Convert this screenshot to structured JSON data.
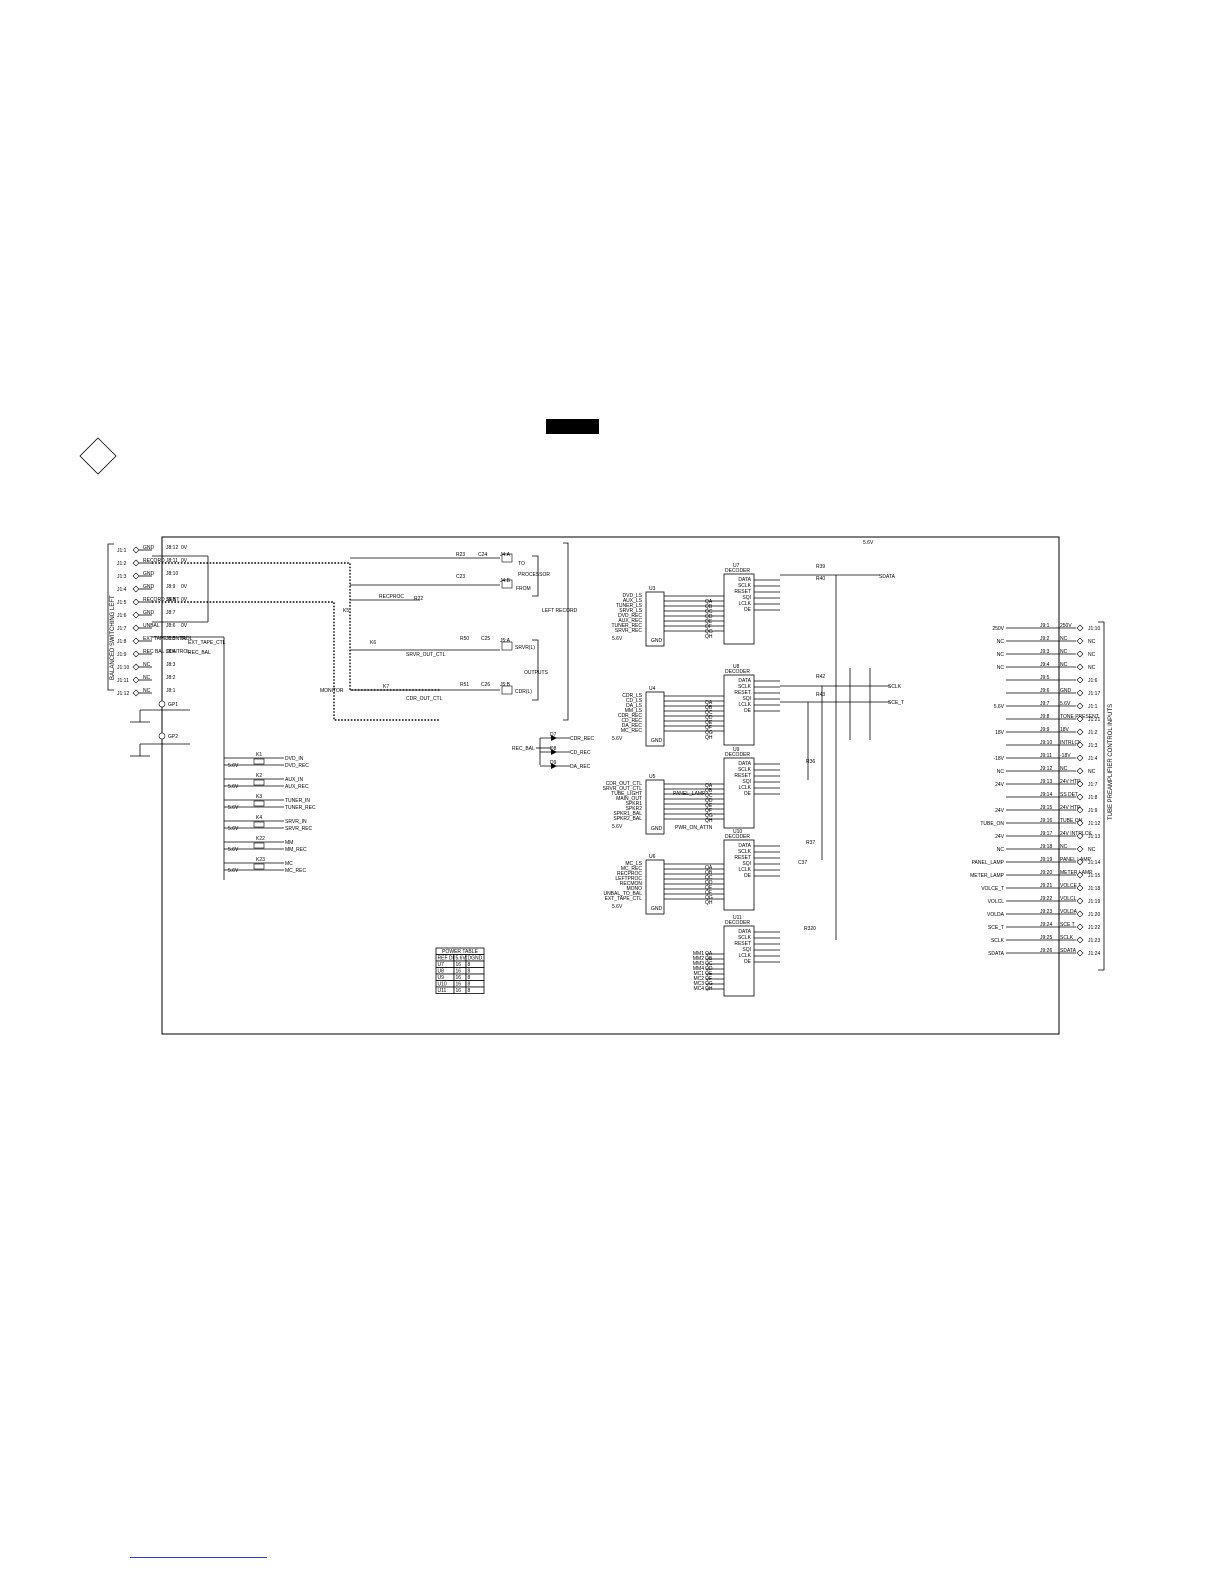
{
  "left_connector": {
    "title": "BALANCED SWITCHING LEFT",
    "pins": [
      {
        "pin": "J1:1",
        "signal": "GND",
        "ref": "J8:12",
        "rail": "0V"
      },
      {
        "pin": "J1:2",
        "signal": "RECORD",
        "ref": "J8:11",
        "rail": "0V"
      },
      {
        "pin": "J1:3",
        "signal": "GND",
        "ref": "J8:10",
        "rail": ""
      },
      {
        "pin": "J1:4",
        "signal": "GND",
        "ref": "J8:9",
        "rail": "0V"
      },
      {
        "pin": "J1:5",
        "signal": "RECORD SENT",
        "ref": "J8:8",
        "rail": "0V"
      },
      {
        "pin": "J1:6",
        "signal": "GND",
        "ref": "J8:7",
        "rail": ""
      },
      {
        "pin": "J1:7",
        "signal": "UNBAL",
        "ref": "J8:6",
        "rail": "0V"
      },
      {
        "pin": "J1:8",
        "signal": "EXT TAPE CONTROL",
        "ref": "J8:5",
        "rail": "0V"
      },
      {
        "pin": "J1:9",
        "signal": "REC BAL CONTROL",
        "ref": "J8:4",
        "rail": ""
      },
      {
        "pin": "J1:10",
        "signal": "NC",
        "ref": "J8:3",
        "rail": ""
      },
      {
        "pin": "J1:11",
        "signal": "NC",
        "ref": "J8:2",
        "rail": ""
      },
      {
        "pin": "J1:12",
        "signal": "NC",
        "ref": "J8:1",
        "rail": ""
      }
    ],
    "ext_tape_ctl": "EXT_TAPE_CTL",
    "rec_bal": "REC_BAL",
    "gp1": "GP1",
    "gp2": "GP2"
  },
  "relays_left": [
    {
      "ref": "K1",
      "net": "DVD_IN",
      "rec": "DVD_REC"
    },
    {
      "ref": "K2",
      "net": "AUX_IN",
      "rec": "AUX_REC"
    },
    {
      "ref": "K3",
      "net": "TUNER_IN",
      "rec": "TUNER_REC"
    },
    {
      "ref": "K4",
      "net": "SRVR_IN",
      "rec": "SRVR_REC"
    },
    {
      "ref": "K22",
      "net": "MM",
      "rec": "MM_REC"
    },
    {
      "ref": "K23",
      "net": "MC",
      "rec": "MC_REC"
    }
  ],
  "relay_supply": "5.6V",
  "left_record_section": {
    "label": "LEFT RECORD",
    "outputs_label": "OUTPUTS",
    "to_processor": [
      "TO",
      "PROCESSOR"
    ],
    "from": "FROM",
    "recproc": "RECPROC",
    "monitor": "MONITOR",
    "srvr_out_ctl": "SRVR_OUT_CTL",
    "cdr_out_ctl": "CDR_OUT_CTL",
    "jacks": [
      "J4:A",
      "J4:B",
      "J5:A",
      "J5:B"
    ],
    "srvr_l": "SRVR(L)",
    "cdr_l": "CDR(L)",
    "parts": {
      "r23": "R23",
      "c24": "C24",
      "c23": "C23",
      "r22": "R22",
      "r50": "R50",
      "c25": "C25",
      "r51": "R51",
      "c26": "C26",
      "k5": "K5",
      "k6": "K6",
      "k7": "K7"
    },
    "rec_bal_net": "REC_BAL",
    "diodes": [
      {
        "ref": "D7",
        "net": "CDR_REC"
      },
      {
        "ref": "D8",
        "net": "CD_REC"
      },
      {
        "ref": "D9",
        "net": "DA_REC"
      }
    ]
  },
  "drivers": [
    {
      "ref": "U3",
      "inputs": [
        "DVD_LS",
        "AUX_LS",
        "TUNER_LS",
        "SRVR_LS",
        "DVD_REC",
        "AUX_REC",
        "TUNER_REC",
        "SRVR_REC"
      ],
      "supply": "5.6V",
      "gnd": "GND"
    },
    {
      "ref": "U4",
      "inputs": [
        "CDR_LS",
        "CD_LS",
        "DA_LS",
        "MM_LS",
        "CDR_REC",
        "CD_REC",
        "DA_REC",
        "MC_REC"
      ],
      "supply": "5.6V",
      "gnd": "GND"
    },
    {
      "ref": "U5",
      "inputs": [
        "CDR_OUT_CTL",
        "SRVR_OUT_CTL",
        "TUBE_LIGHT",
        "MAIN_OUT",
        "SPKR1",
        "SPKR2",
        "SPKR1_BAL",
        "SPKR2_BAL"
      ],
      "supply": "5.6V",
      "gnd": "GND"
    },
    {
      "ref": "U6",
      "inputs": [
        "MC_LS",
        "MC_REC",
        "RECPROC",
        "LEFTPROC",
        "RECMON",
        "MONO",
        "UNBAL_TO_BAL",
        "EXT_TAPE_CTL"
      ],
      "supply": "5.6V",
      "gnd": "GND"
    }
  ],
  "decoders": [
    {
      "ref": "U7",
      "label": "DECODER",
      "pins": [
        "DATA",
        "SCLK",
        "RESET",
        "SQI",
        "LCLK",
        "OE"
      ],
      "outs": [
        "QA",
        "QB",
        "QC",
        "QD",
        "QE",
        "QF",
        "QG",
        "QH"
      ]
    },
    {
      "ref": "U8",
      "label": "DECODER",
      "pins": [
        "DATA",
        "SCLK",
        "RESET",
        "SQI",
        "LCLK",
        "OE"
      ],
      "outs": [
        "QA",
        "QB",
        "QC",
        "QD",
        "QE",
        "QF",
        "QG",
        "QH"
      ]
    },
    {
      "ref": "U9",
      "label": "DECODER",
      "pins": [
        "DATA",
        "SCLK",
        "RESET",
        "SQI",
        "LCLK",
        "OE"
      ],
      "outs": [
        "QA",
        "QB",
        "QC",
        "QD",
        "QE",
        "QF",
        "QG",
        "QH"
      ]
    },
    {
      "ref": "U10",
      "label": "DECODER",
      "pins": [
        "DATA",
        "SCLK",
        "RESET",
        "SQI",
        "LCLK",
        "OE"
      ],
      "outs": [
        "QA",
        "QB",
        "QC",
        "QD",
        "QE",
        "QF",
        "QG",
        "QH"
      ]
    },
    {
      "ref": "U11",
      "label": "DECODER",
      "pins": [
        "DATA",
        "SCLK",
        "RESET",
        "SQI",
        "LCLK",
        "OE"
      ],
      "outs": [
        "QA",
        "QB",
        "QC",
        "QD",
        "QE",
        "QF",
        "QG",
        "QH"
      ]
    }
  ],
  "u11_inputs": [
    "MM1",
    "MM2",
    "MM3",
    "MM4",
    "MC1",
    "MC2",
    "MC3",
    "MC4"
  ],
  "decoder_nets": {
    "sdata": "SDATA",
    "sclk": "SCLK",
    "sce_t": "SCE_T",
    "rail": "5.6V",
    "r39": "R39",
    "r40": "R40",
    "r42": "R42",
    "r43": "R43",
    "r36": "R36",
    "r37": "R37",
    "r320": "R320",
    "c37": "C37",
    "panel_lamp": "PANEL_LAMP",
    "pwr_on_attn": "PWR_ON_ATTN"
  },
  "power_table": {
    "title": "POWER TABLE",
    "headers": [
      "REF DES",
      "5.6V",
      "DGND"
    ],
    "rows": [
      [
        "U7",
        "16",
        "8"
      ],
      [
        "U8",
        "16",
        "8"
      ],
      [
        "U9",
        "16",
        "8"
      ],
      [
        "U10",
        "16",
        "8"
      ],
      [
        "U11",
        "16",
        "8"
      ]
    ]
  },
  "right_connector": {
    "title": "TUBE PREAMPLIFIER CONTROL INPUTS",
    "pins": [
      {
        "net": "250V",
        "ref": "J9:1",
        "label": "250V",
        "pin": "J1:10"
      },
      {
        "net": "NC",
        "ref": "J9:2",
        "label": "NC",
        "pin": "NC"
      },
      {
        "net": "NC",
        "ref": "J9:3",
        "label": "NC",
        "pin": "NC"
      },
      {
        "net": "NC",
        "ref": "J9:4",
        "label": "NC",
        "pin": "NC"
      },
      {
        "net": "",
        "ref": "J9:5",
        "label": "",
        "pin": "J1:6"
      },
      {
        "net": "",
        "ref": "J9:6",
        "label": "GND",
        "pin": "J1:17"
      },
      {
        "net": "5.6V",
        "ref": "J9:7",
        "label": "5.6V",
        "pin": "J1:1"
      },
      {
        "net": "",
        "ref": "J9:8",
        "label": "TONE PRESENT",
        "pin": "J1:21"
      },
      {
        "net": "18V",
        "ref": "J9:9",
        "label": "18V",
        "pin": "J1:2"
      },
      {
        "net": "",
        "ref": "J9:10",
        "label": "INTRLCK",
        "pin": "J1:3"
      },
      {
        "net": "-18V",
        "ref": "J9:11",
        "label": "-18V",
        "pin": "J1:4"
      },
      {
        "net": "NC",
        "ref": "J9:12",
        "label": "NC",
        "pin": "NC"
      },
      {
        "net": "24V",
        "ref": "J9:13",
        "label": "24V HTR",
        "pin": "J1:7"
      },
      {
        "net": "",
        "ref": "J9:14",
        "label": "SS DET",
        "pin": "J1:8"
      },
      {
        "net": "24V",
        "ref": "J9:15",
        "label": "24V HTR",
        "pin": "J1:9"
      },
      {
        "net": "TUBE_ON",
        "ref": "J9:16",
        "label": "TUBE ON",
        "pin": "J1:12"
      },
      {
        "net": "24V",
        "ref": "J9:17",
        "label": "24V INTRLCK",
        "pin": "J1:13"
      },
      {
        "net": "NC",
        "ref": "J9:18",
        "label": "NC",
        "pin": "NC"
      },
      {
        "net": "PANEL_LAMP",
        "ref": "J9:19",
        "label": "PANEL LAMP",
        "pin": "J1:14"
      },
      {
        "net": "METER_LAMP",
        "ref": "J9:20",
        "label": "METER LAMP",
        "pin": "J1:15"
      },
      {
        "net": "VOLCE_T",
        "ref": "J9:21",
        "label": "VOLCE T",
        "pin": "J1:18"
      },
      {
        "net": "VOLCL",
        "ref": "J9:22",
        "label": "VOLCL",
        "pin": "J1:19"
      },
      {
        "net": "VOLDA",
        "ref": "J9:23",
        "label": "VOLDA",
        "pin": "J1:20"
      },
      {
        "net": "SCE_T",
        "ref": "J9:24",
        "label": "SCE T",
        "pin": "J1:22"
      },
      {
        "net": "SCLK",
        "ref": "J9:25",
        "label": "SCLK",
        "pin": "J1:23"
      },
      {
        "net": "SDATA",
        "ref": "J9:26",
        "label": "SDATA",
        "pin": "J1:24"
      }
    ]
  }
}
